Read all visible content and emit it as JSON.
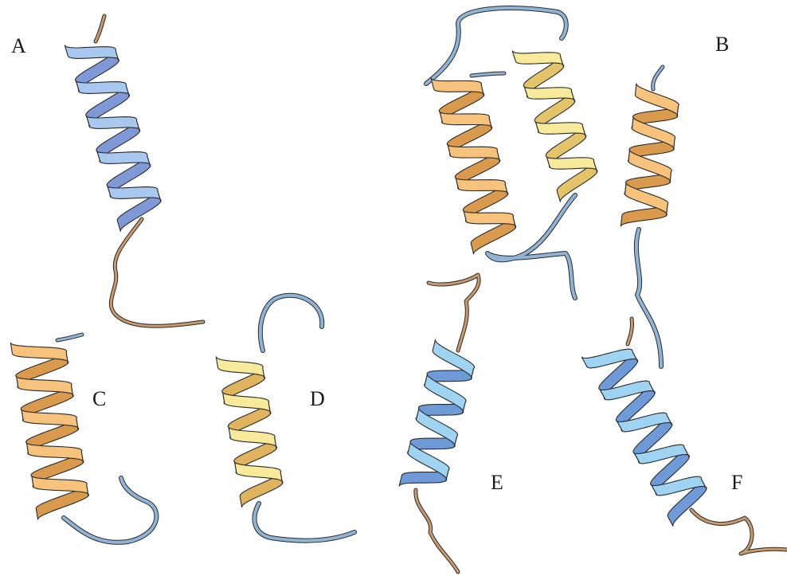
{
  "panels": [
    {
      "label": "A",
      "helix_color": "#a9c8ef",
      "helix_back": "#7f98d6",
      "coil_color": "#c89a6e"
    },
    {
      "label": "B",
      "helix_color": "#f6c27c",
      "helix_back": "#d99a4e",
      "coil_color": "#8fb4d6"
    },
    {
      "label": "C",
      "helix_color": "#f6c27c",
      "helix_back": "#d99a4e",
      "coil_color": "#8fb4d6"
    },
    {
      "label": "D",
      "helix_color": "#f7ea9a",
      "helix_back": "#e0b35e",
      "coil_color": "#8fb4d6"
    },
    {
      "label": "E",
      "helix_color": "#9fd3f2",
      "helix_back": "#6e9bd8",
      "coil_color": "#c89a6e"
    },
    {
      "label": "F",
      "helix_color": "#9fd3f2",
      "helix_back": "#6e9bd8",
      "coil_color": "#c89a6e"
    }
  ],
  "colors": {
    "outline": "#2a2a2a",
    "yellow_front": "#f7ea9a",
    "yellow_back": "#e3c46a"
  }
}
